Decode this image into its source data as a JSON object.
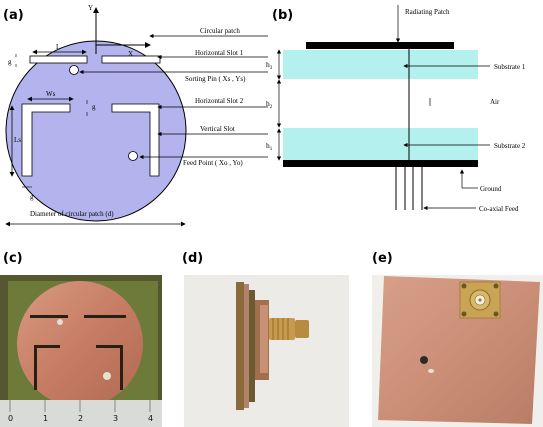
{
  "panels": {
    "a": "(a)",
    "b": "(b)",
    "c": "(c)",
    "d": "(d)",
    "e": "(e)"
  },
  "panel_a": {
    "axis_y": "Y",
    "axis_x": "X",
    "dim_L": "L",
    "dim_Ws": "Ws",
    "dim_Ls": "Ls",
    "dim_g": "g",
    "labels": {
      "circular_patch": "Circular patch",
      "horizontal_slot_1": "Horizontal Slot 1",
      "shorting_pin": "Sorting Pin ( Xs , Ys)",
      "horizontal_slot_2": "Horizontal Slot 2",
      "vertical_slot": "Vertical Slot",
      "feed_point": "Feed Point ( Xo , Yo)",
      "diameter": "Diameter of circular patch (d)"
    }
  },
  "panel_b": {
    "labels": {
      "radiating_patch": "Radiating Patch",
      "substrate_1": "Substrate 1",
      "air": "Air",
      "substrate_2": "Substrate 2",
      "ground": "Ground",
      "coaxial_feed": "Co-axial Feed"
    },
    "h3": "h",
    "h3_sub": "3",
    "h2": "h",
    "h2_sub": "2",
    "h1": "h",
    "h1_sub": "1"
  },
  "panel_c": {
    "ruler_numbers": [
      "0",
      "1",
      "2",
      "3",
      "4"
    ]
  },
  "colors": {
    "patch_fill": "#b3b3ee",
    "substrate_fill": "#b3f0ee",
    "copper": "#c8826a",
    "background_green": "#6d7a3a"
  }
}
